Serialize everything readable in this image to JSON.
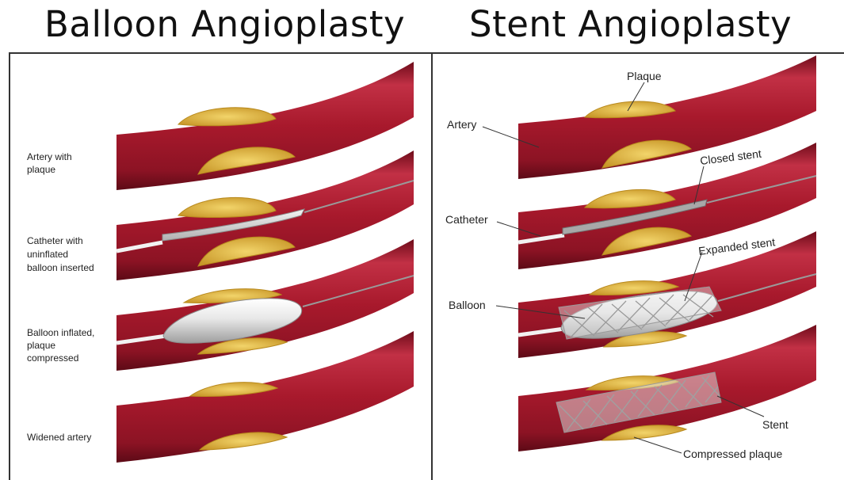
{
  "titles": {
    "balloon": "Balloon Angioplasty",
    "stent": "Stent Angioplasty"
  },
  "balloon_steps": [
    {
      "lines": [
        "Artery with",
        "plaque"
      ]
    },
    {
      "lines": [
        "Catheter with",
        "uninflated",
        "balloon inserted"
      ]
    },
    {
      "lines": [
        "Balloon inflated,",
        "plaque",
        "compressed"
      ]
    },
    {
      "lines": [
        "Widened artery"
      ]
    }
  ],
  "stent_labels": {
    "plaque": "Plaque",
    "artery": "Artery",
    "closed_stent": "Closed stent",
    "catheter": "Catheter",
    "expanded_stent": "Expanded stent",
    "balloon": "Balloon",
    "stent": "Stent",
    "compressed_plaque": "Compressed plaque"
  },
  "colors": {
    "artery": "#a8192c",
    "artery_dark": "#6e0c1a",
    "artery_light": "#d0455a",
    "plaque": "#e6c04a",
    "plaque_edge": "#b98a1e",
    "balloon": "#e4e4e4",
    "stent": "#9a9a9a"
  }
}
